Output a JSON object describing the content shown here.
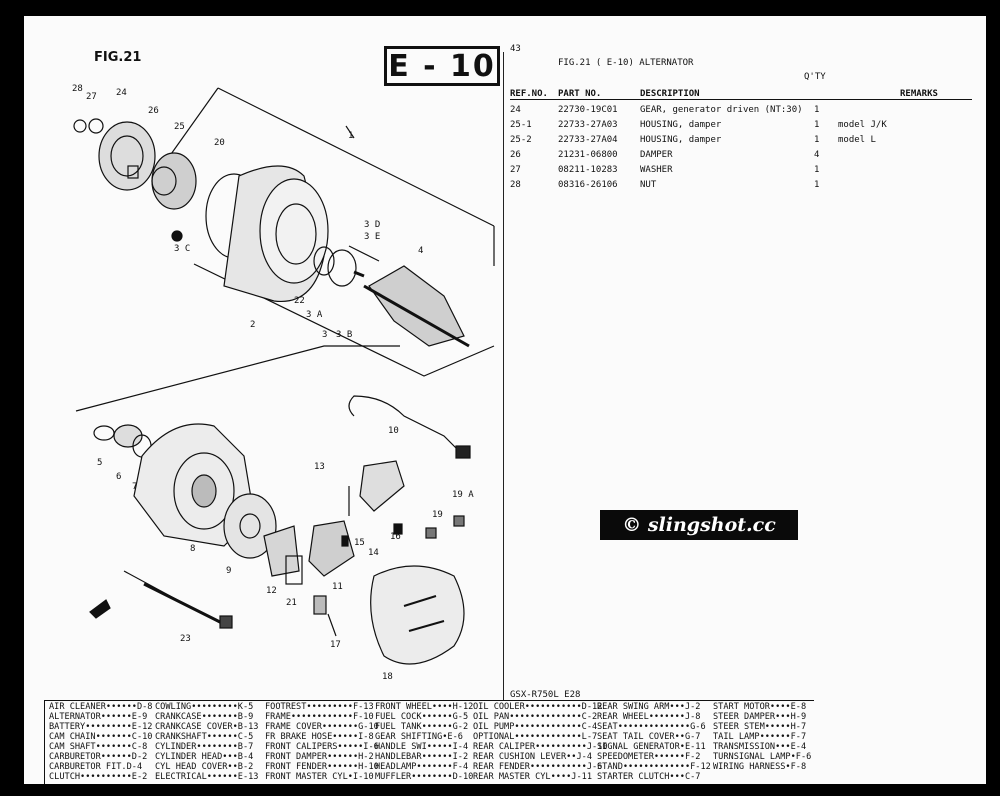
{
  "figure": {
    "title": "FIG.21",
    "code": "E - 10",
    "page": "43"
  },
  "parts_list": {
    "title": "FIG.21 ( E-10) ALTERNATOR",
    "qty_header": "Q'TY",
    "headers": {
      "ref": "REF.NO.",
      "part": "PART NO.",
      "desc": "DESCRIPTION",
      "remarks": "REMARKS"
    },
    "rows": [
      {
        "ref": "24",
        "part": "22730-19C01",
        "desc": "GEAR, generator driven (NT:30)",
        "qty": "1",
        "remarks": ""
      },
      {
        "ref": "25-1",
        "part": "22733-27A03",
        "desc": "HOUSING, damper",
        "qty": "1",
        "remarks": "model J/K"
      },
      {
        "ref": "25-2",
        "part": "22733-27A04",
        "desc": "HOUSING, damper",
        "qty": "1",
        "remarks": "model L"
      },
      {
        "ref": "26",
        "part": "21231-06800",
        "desc": "DAMPER",
        "qty": "4",
        "remarks": ""
      },
      {
        "ref": "27",
        "part": "08211-10283",
        "desc": "WASHER",
        "qty": "1",
        "remarks": ""
      },
      {
        "ref": "28",
        "part": "08316-26106",
        "desc": "NUT",
        "qty": "1",
        "remarks": ""
      }
    ]
  },
  "diagram_labels": {
    "l28": "28",
    "l27": "27",
    "l24": "24",
    "l26": "26",
    "l25": "25",
    "l20": "20",
    "l1": "1",
    "l3d": "3 D",
    "l3e": "3 E",
    "l3c": "3 C",
    "l4": "4",
    "l22": "22",
    "l3a": "3 A",
    "l3b": "3 B",
    "l3": "3",
    "l2": "2",
    "l5": "5",
    "l6": "6",
    "l7": "7",
    "l8": "8",
    "l9": "9",
    "l10": "10",
    "l11": "11",
    "l12": "12",
    "l13": "13",
    "l14": "14",
    "l15": "15",
    "l16": "16",
    "l17": "17",
    "l18": "18",
    "l19": "19",
    "l19a": "19 A",
    "l21": "21",
    "l23": "23"
  },
  "watermark": "© slingshot.cc",
  "model_code": "GSX-R750L E28",
  "index": [
    [
      "AIR CLEANER••••••D-8",
      "ALTERNATOR••••••E-9",
      "BATTERY•••••••••E-12",
      "CAM CHAIN•••••••C-10",
      "CAM SHAFT•••••••C-8",
      "CARBURETOR••••••D-2",
      "CARBURETOR FIT.D-4",
      "CLUTCH••••••••••E-2"
    ],
    [
      "COWLING•••••••••K-5",
      "CRANKCASE•••••••B-9",
      "CRANKCASE COVER•B-13",
      "CRANKSHAFT••••••C-5",
      "CYLINDER••••••••B-7",
      "CYLINDER HEAD•••B-4",
      "CYL HEAD COVER••B-2",
      "ELECTRICAL••••••E-13"
    ],
    [
      "FOOTREST•••••••••F-13",
      "FRAME••••••••••••F-10",
      "FRAME COVER•••••••G-10",
      "FR BRAKE HOSE•••••I-8",
      "FRONT CALIPERS•••••I-6",
      "FRONT DAMPER••••••H-2",
      "FRONT FENDER••••••H-10",
      "FRONT MASTER CYL•I-10"
    ],
    [
      "FRONT WHEEL••••H-12",
      "FUEL COCK••••••G-5",
      "FUEL TANK••••••G-2",
      "GEAR SHIFTING•E-6",
      "HANDLE SWI•••••I-4",
      "HANDLEBAR••••••I-2",
      "HEADLAMP•••••••F-4",
      "MUFFLER••••••••D-10"
    ],
    [
      "OIL COOLER•••••••••••D-12",
      "OIL PAN••••••••••••••C-2",
      "OIL PUMP•••••••••••••C-4",
      "OPTIONAL•••••••••••••L-7",
      "REAR CALIPER••••••••••J-10",
      "REAR CUSHION LEVER••J-4",
      "REAR FENDER•••••••••••J-6",
      "REAR MASTER CYL••••J-11"
    ],
    [
      "REAR SWING ARM•••J-2",
      "REAR WHEEL•••••••J-8",
      "SEAT••••••••••••••G-6",
      "SEAT TAIL COVER••G-7",
      "SIGNAL GENERATOR•E-11",
      "SPEEDOMETER••••••F-2",
      "STAND•••••••••••••F-12",
      "STARTER CLUTCH•••C-7"
    ],
    [
      "START MOTOR••••E-8",
      "STEER DAMPER•••H-9",
      "STEER STEM•••••H-7",
      "TAIL LAMP••••••F-7",
      "TRANSMISSION•••E-4",
      "TURNSIGNAL LAMP•F-6",
      "WIRING HARNESS•F-8",
      ""
    ]
  ]
}
